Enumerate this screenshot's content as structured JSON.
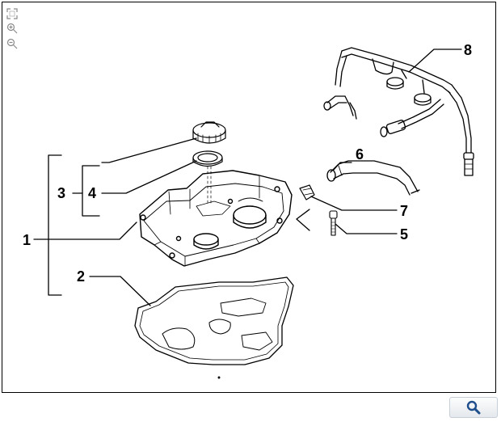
{
  "toolbar": {
    "tools": [
      {
        "name": "fit-screen-icon"
      },
      {
        "name": "zoom-in-icon"
      },
      {
        "name": "zoom-out-icon"
      }
    ]
  },
  "diagram": {
    "callouts": [
      "1",
      "2",
      "3",
      "4",
      "5",
      "6",
      "7",
      "8"
    ]
  },
  "search": {
    "icon": "magnifier-icon"
  },
  "colors": {
    "line": "#000000",
    "accent": "#1f4e8c",
    "button_border": "#c7cfd8"
  }
}
